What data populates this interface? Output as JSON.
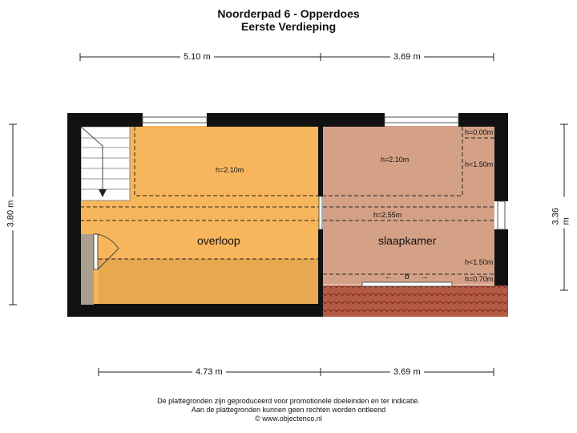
{
  "header": {
    "address": "Noorderpad 6 - Opperdoes",
    "floor": "Eerste Verdieping"
  },
  "dimensions": {
    "top_left": "5.10 m",
    "top_right": "3.69 m",
    "bottom_left": "4.73 m",
    "bottom_right": "3.69 m",
    "left": "3.80 m",
    "right": "3.36 m"
  },
  "rooms": {
    "overloop": "overloop",
    "slaapkamer": "slaapkamer"
  },
  "heights": {
    "overloop_attic": "h=2.10m",
    "slaapkamer_attic": "h=2.10m",
    "ridge": "h=2.55m",
    "corner_top": "h=0.00m",
    "corner_upper": "h<1.50m",
    "corner_lower": "h<1.50m",
    "corner_bottom": "h=0.70m"
  },
  "marker": {
    "label": "b",
    "left_arrow": "←",
    "right_arrow": "→"
  },
  "footer": {
    "line1": "De plattegronden zijn geproduceerd voor promotionele doeleinden en ter indicatie.",
    "line2": "Aan de plattegronden kunnen geen rechten worden ontleend",
    "line3": "© www.objectenco.nl"
  },
  "colors": {
    "overloop_fill": "#f8b65c",
    "overloop_low_fill": "#e8a84f",
    "slaapkamer_fill": "#d5a186",
    "wall": "#111111",
    "roof_tiles": "#b55a44",
    "stair_door_wall": "#a89f8c"
  }
}
